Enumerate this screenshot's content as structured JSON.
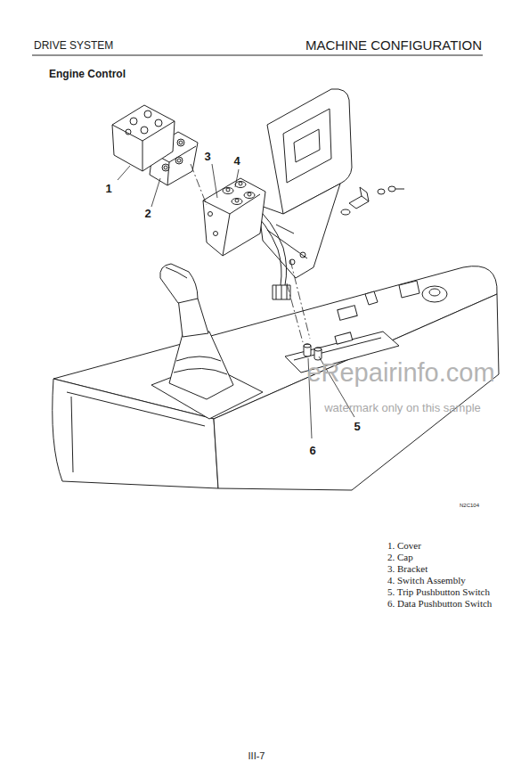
{
  "diagram": {
    "title": "Engine Control",
    "labels": [
      "DRIVE SYSTEM",
      "MACHINE CONFIGURATION",
      "1",
      "2",
      "3",
      "4",
      "5",
      "6",
      "N2C104",
      "1. Cover",
      "2. Cap",
      "3. Bracket",
      "4. Switch Assembly",
      "5. Trip Pushbutton Switch",
      "6. Data Pushbutton Switch",
      "III-7",
      "eRepairinfo.com",
      "watermark only on this sample"
    ]
  }
}
